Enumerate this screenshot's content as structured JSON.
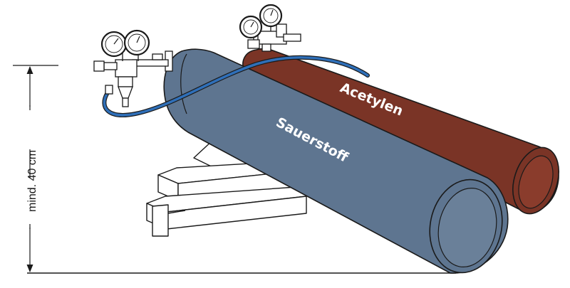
{
  "labels": {
    "oxygen": "Sauerstoff",
    "acetylene": "Acetylen",
    "height": "mind. 40 cm"
  },
  "colors": {
    "oxygen_cylinder": "#5e7590",
    "oxygen_cap": "#6a8099",
    "acetylene_cylinder": "#7a3426",
    "acetylene_cap": "#8a3c2c",
    "hose": "#2f6fb8",
    "outline": "#1a1a1a",
    "wood": "#ffffff"
  },
  "icons": [
    "pressure-gauge-icon",
    "pressure-regulator-icon",
    "hose-icon",
    "dimension-arrow-icon"
  ]
}
